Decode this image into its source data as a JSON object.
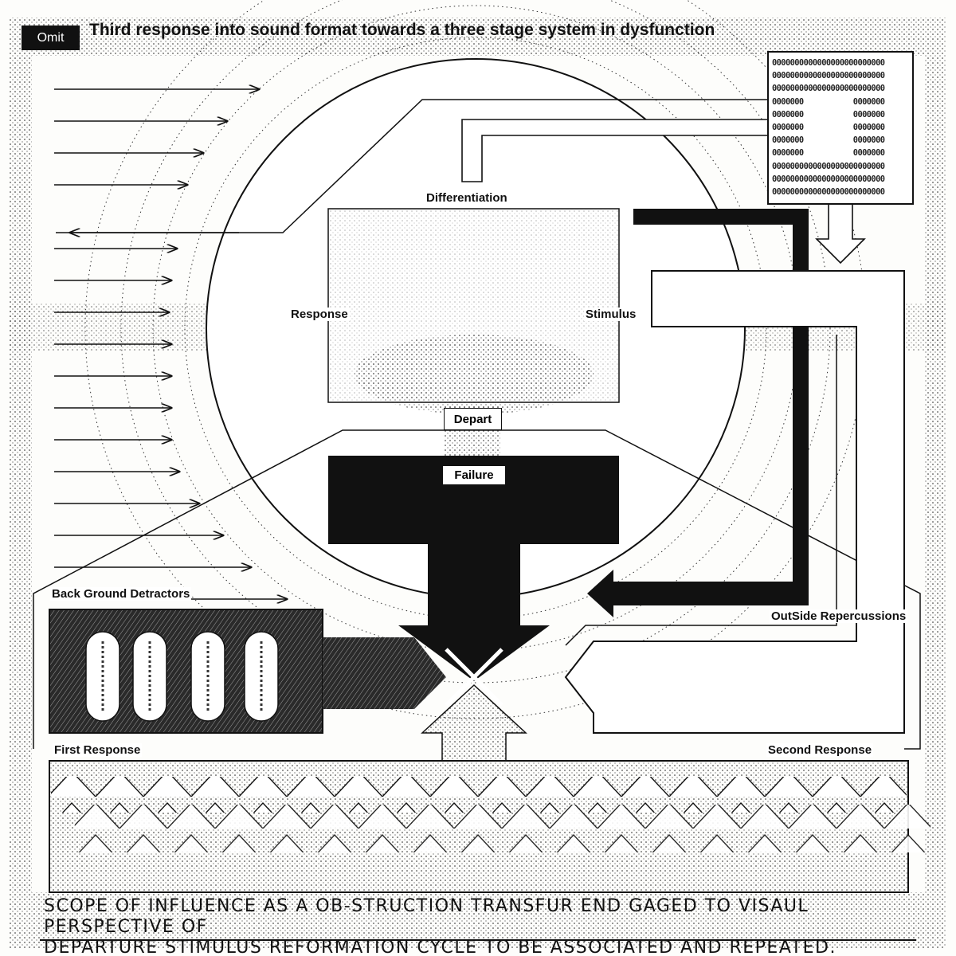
{
  "header": {
    "badge": "Omit",
    "title": "Third response into sound format towards a three stage system in dysfunction"
  },
  "labels": {
    "differentiation": "Differentiation",
    "response": "Response",
    "stimulus": "Stimulus",
    "depart": "Depart",
    "failure": "Failure",
    "background_detractors": "Back Ground Detractors",
    "outside_repercussions": "OutSide Repercussions",
    "first_response": "First Response",
    "second_response": "Second Response"
  },
  "binary_block": {
    "rows": [
      "0000000000000000000000000",
      "0000000000000000000000000",
      "0000000000000000000000000",
      "0000000           0000000",
      "0000000           0000000",
      "0000000           0000000",
      "0000000           0000000",
      "0000000           0000000",
      "0000000000000000000000000",
      "0000000000000000000000000",
      "0000000000000000000000000"
    ]
  },
  "caption": {
    "line1": "Scope of influence as a ob-struction transfur end gaged to visaul perspective of",
    "line2": "departure stimulus reformation cycle to be associated and repeated."
  },
  "colors": {
    "ink": "#111111",
    "paper": "#fdfdfb"
  }
}
